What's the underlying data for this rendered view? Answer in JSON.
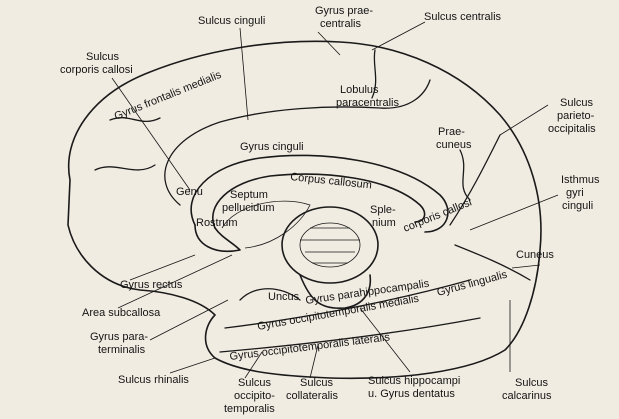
{
  "figure": {
    "labels": {
      "gyrus_praecentralis": [
        "Gyrus prae-",
        "centralis"
      ],
      "sulcus_cinguli": "Sulcus cinguli",
      "sulcus_centralis": "Sulcus centralis",
      "sulcus_corporis_callosi": [
        "Sulcus",
        "corporis callosi"
      ],
      "gyrus_frontalis_medialis": "Gyrus frontalis medialis",
      "lobulus_paracentralis": [
        "Lobulus",
        "paracentralis"
      ],
      "sulcus_parieto_occipitalis": [
        "Sulcus",
        "parieto-",
        "occipitalis"
      ],
      "praecuneus": [
        "Prae-",
        "cuneus"
      ],
      "gyrus_cinguli": "Gyrus cinguli",
      "corpus_callosum": "Corpus callosum",
      "genu": "Genu",
      "septum_pellucidum": [
        "Septum",
        "pellucidum"
      ],
      "splenium": [
        "Sple-",
        "nium"
      ],
      "rostrum": "Rostrum",
      "isthmus_gyri_cinguli": [
        "Isthmus",
        "gyri",
        "cinguli"
      ],
      "cuneus": "Cuneus",
      "gyrus_rectus": "Gyrus rectus",
      "uncus": "Uncus",
      "gyrus_parahippocampalis": "Gyrus parahippocampalis",
      "gyrus_lingualis": "Gyrus lingualis",
      "area_subcallosa": "Area subcallosa",
      "gyrus_occipitotemporalis_medialis": "Gyrus occipitotemporalis medialis",
      "gyrus_paraterminalis": [
        "Gyrus para-",
        "terminalis"
      ],
      "gyrus_occipitotemporalis_lateralis": "Gyrus occipitotemporalis lateralis",
      "sulcus_rhinalis": "Sulcus rhinalis",
      "sulcus_occipitotemporalis": [
        "Sulcus",
        "occipito-",
        "temporalis"
      ],
      "sulcus_collateralis": [
        "Sulcus",
        "collateralis"
      ],
      "sulcus_hippocampi": [
        "Sulcus hippocampi",
        "u. Gyrus dentatus"
      ],
      "sulcus_calcarinus": [
        "Sulcus",
        "calcarinus"
      ]
    }
  }
}
